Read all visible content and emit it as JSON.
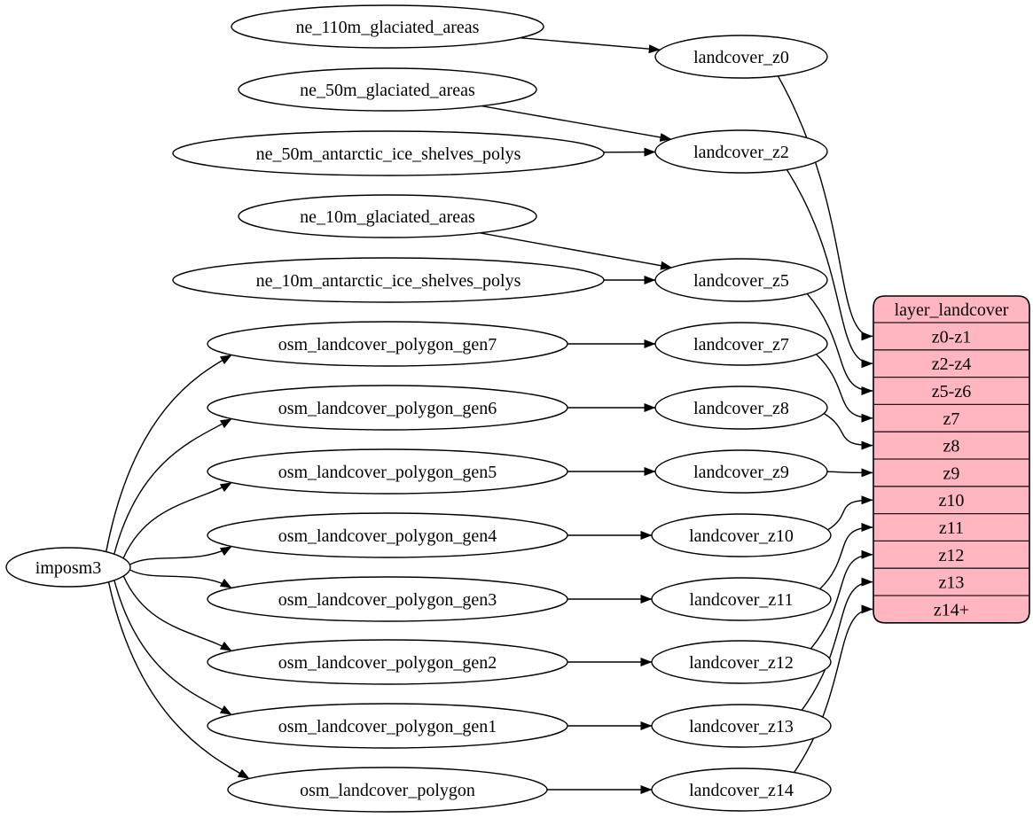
{
  "diagram": {
    "background_color": "#ffffff",
    "edge_color": "#000000",
    "node_fill": "#ffffff",
    "node_stroke": "#000000",
    "nodes": [
      {
        "id": "imposm3",
        "label": "imposm3"
      },
      {
        "id": "ne_110m_glaciated_areas",
        "label": "ne_110m_glaciated_areas"
      },
      {
        "id": "landcover_z0",
        "label": "landcover_z0"
      },
      {
        "id": "ne_50m_glaciated_areas",
        "label": "ne_50m_glaciated_areas"
      },
      {
        "id": "ne_50m_antarctic_ice_shelves_polys",
        "label": "ne_50m_antarctic_ice_shelves_polys"
      },
      {
        "id": "landcover_z2",
        "label": "landcover_z2"
      },
      {
        "id": "ne_10m_glaciated_areas",
        "label": "ne_10m_glaciated_areas"
      },
      {
        "id": "ne_10m_antarctic_ice_shelves_polys",
        "label": "ne_10m_antarctic_ice_shelves_polys"
      },
      {
        "id": "landcover_z5",
        "label": "landcover_z5"
      },
      {
        "id": "osm_landcover_polygon_gen7",
        "label": "osm_landcover_polygon_gen7"
      },
      {
        "id": "landcover_z7",
        "label": "landcover_z7"
      },
      {
        "id": "osm_landcover_polygon_gen6",
        "label": "osm_landcover_polygon_gen6"
      },
      {
        "id": "landcover_z8",
        "label": "landcover_z8"
      },
      {
        "id": "osm_landcover_polygon_gen5",
        "label": "osm_landcover_polygon_gen5"
      },
      {
        "id": "landcover_z9",
        "label": "landcover_z9"
      },
      {
        "id": "osm_landcover_polygon_gen4",
        "label": "osm_landcover_polygon_gen4"
      },
      {
        "id": "landcover_z10",
        "label": "landcover_z10"
      },
      {
        "id": "osm_landcover_polygon_gen3",
        "label": "osm_landcover_polygon_gen3"
      },
      {
        "id": "landcover_z11",
        "label": "landcover_z11"
      },
      {
        "id": "osm_landcover_polygon_gen2",
        "label": "osm_landcover_polygon_gen2"
      },
      {
        "id": "landcover_z12",
        "label": "landcover_z12"
      },
      {
        "id": "osm_landcover_polygon_gen1",
        "label": "osm_landcover_polygon_gen1"
      },
      {
        "id": "landcover_z13",
        "label": "landcover_z13"
      },
      {
        "id": "osm_landcover_polygon",
        "label": "osm_landcover_polygon"
      },
      {
        "id": "landcover_z14",
        "label": "landcover_z14"
      }
    ],
    "table": {
      "id": "layer_landcover",
      "title": "layer_landcover",
      "fill": "#ffb6c1",
      "rows": [
        "z0-z1",
        "z2-z4",
        "z5-z6",
        "z7",
        "z8",
        "z9",
        "z10",
        "z11",
        "z12",
        "z13",
        "z14+"
      ]
    },
    "edges": [
      {
        "from": "imposm3",
        "to": "osm_landcover_polygon_gen7"
      },
      {
        "from": "imposm3",
        "to": "osm_landcover_polygon_gen6"
      },
      {
        "from": "imposm3",
        "to": "osm_landcover_polygon_gen5"
      },
      {
        "from": "imposm3",
        "to": "osm_landcover_polygon_gen4"
      },
      {
        "from": "imposm3",
        "to": "osm_landcover_polygon_gen3"
      },
      {
        "from": "imposm3",
        "to": "osm_landcover_polygon_gen2"
      },
      {
        "from": "imposm3",
        "to": "osm_landcover_polygon_gen1"
      },
      {
        "from": "imposm3",
        "to": "osm_landcover_polygon"
      },
      {
        "from": "ne_110m_glaciated_areas",
        "to": "landcover_z0"
      },
      {
        "from": "ne_50m_glaciated_areas",
        "to": "landcover_z2"
      },
      {
        "from": "ne_50m_antarctic_ice_shelves_polys",
        "to": "landcover_z2"
      },
      {
        "from": "ne_10m_glaciated_areas",
        "to": "landcover_z5"
      },
      {
        "from": "ne_10m_antarctic_ice_shelves_polys",
        "to": "landcover_z5"
      },
      {
        "from": "osm_landcover_polygon_gen7",
        "to": "landcover_z7"
      },
      {
        "from": "osm_landcover_polygon_gen6",
        "to": "landcover_z8"
      },
      {
        "from": "osm_landcover_polygon_gen5",
        "to": "landcover_z9"
      },
      {
        "from": "osm_landcover_polygon_gen4",
        "to": "landcover_z10"
      },
      {
        "from": "osm_landcover_polygon_gen3",
        "to": "landcover_z11"
      },
      {
        "from": "osm_landcover_polygon_gen2",
        "to": "landcover_z12"
      },
      {
        "from": "osm_landcover_polygon_gen1",
        "to": "landcover_z13"
      },
      {
        "from": "osm_landcover_polygon",
        "to": "landcover_z14"
      },
      {
        "from": "landcover_z0",
        "to": "layer_landcover",
        "row": "z0-z1"
      },
      {
        "from": "landcover_z2",
        "to": "layer_landcover",
        "row": "z2-z4"
      },
      {
        "from": "landcover_z5",
        "to": "layer_landcover",
        "row": "z5-z6"
      },
      {
        "from": "landcover_z7",
        "to": "layer_landcover",
        "row": "z7"
      },
      {
        "from": "landcover_z8",
        "to": "layer_landcover",
        "row": "z8"
      },
      {
        "from": "landcover_z9",
        "to": "layer_landcover",
        "row": "z9"
      },
      {
        "from": "landcover_z10",
        "to": "layer_landcover",
        "row": "z10"
      },
      {
        "from": "landcover_z11",
        "to": "layer_landcover",
        "row": "z11"
      },
      {
        "from": "landcover_z12",
        "to": "layer_landcover",
        "row": "z12"
      },
      {
        "from": "landcover_z13",
        "to": "layer_landcover",
        "row": "z13"
      },
      {
        "from": "landcover_z14",
        "to": "layer_landcover",
        "row": "z14+"
      }
    ]
  }
}
